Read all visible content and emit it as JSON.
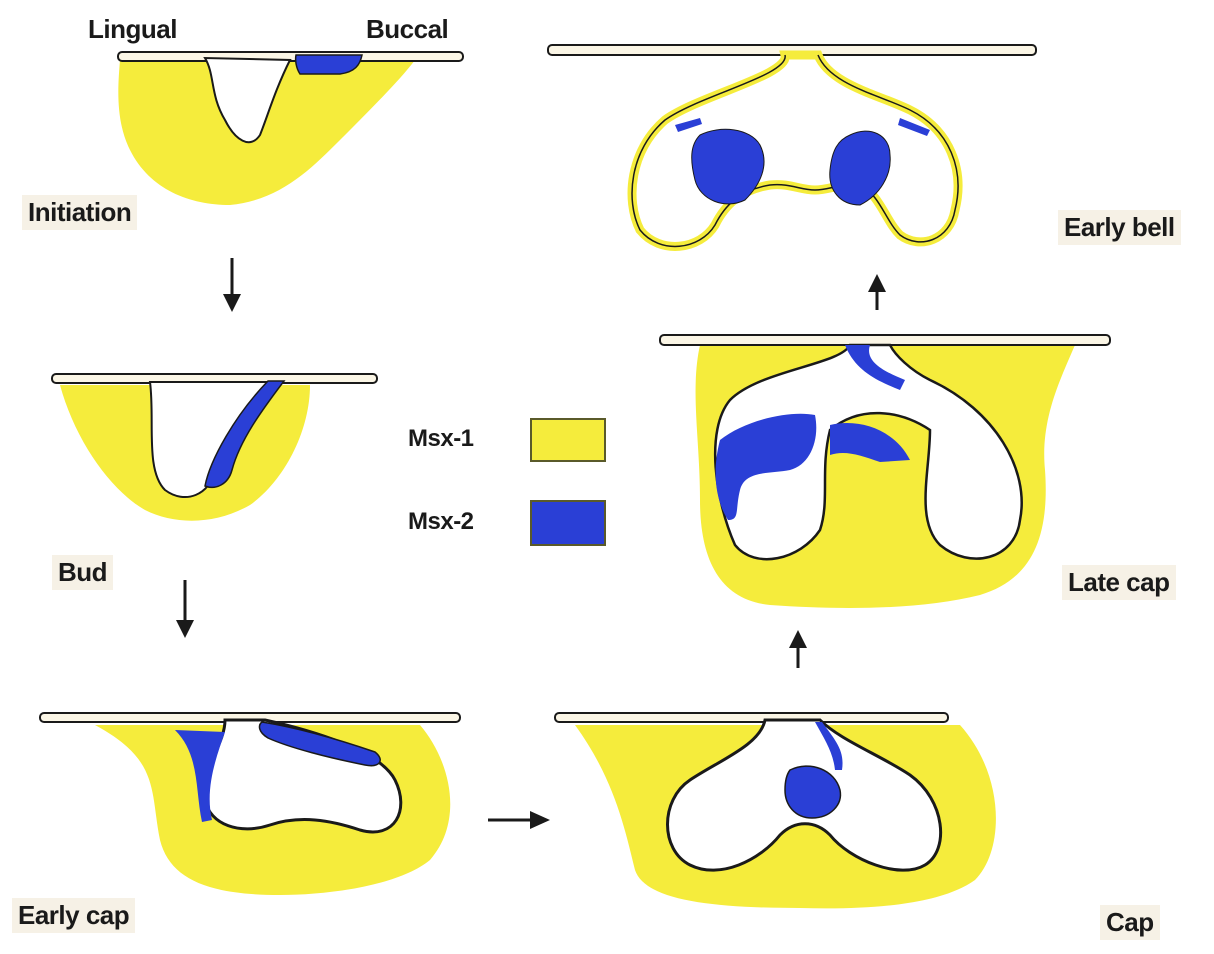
{
  "orientation": {
    "lingual": "Lingual",
    "buccal": "Buccal"
  },
  "stages": {
    "initiation": "Initiation",
    "bud": "Bud",
    "early_cap": "Early cap",
    "cap": "Cap",
    "late_cap": "Late cap",
    "early_bell": "Early bell"
  },
  "legend": [
    {
      "label": "Msx-1",
      "color": "#f5ec3c"
    },
    {
      "label": "Msx-2",
      "color": "#2a3fd6"
    }
  ],
  "colors": {
    "msx1": "#f5ec3c",
    "msx2": "#2a3fd6",
    "epithelium_fill": "#ffffff",
    "outline": "#1a1a1a",
    "ectoderm": "#fbf6e6"
  },
  "arrows": [
    "arrow-down-icon",
    "arrow-down-icon",
    "arrow-right-icon",
    "arrow-up-icon",
    "arrow-up-icon"
  ]
}
